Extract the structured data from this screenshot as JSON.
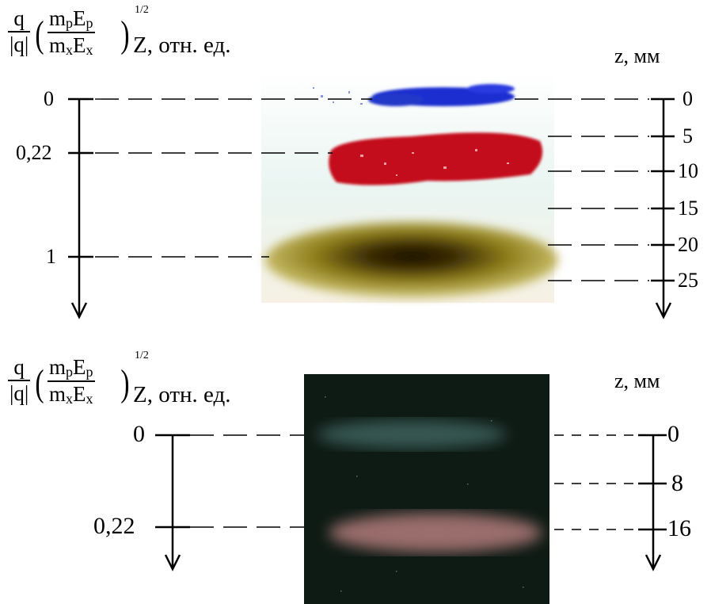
{
  "top": {
    "formula": {
      "q": "q",
      "abs_q": "|q|",
      "mp": "m",
      "mp_sub": "p",
      "ep": "E",
      "ep_sub": "p",
      "mx": "m",
      "mx_sub": "x",
      "ex": "E",
      "ex_sub": "x",
      "exponent": "1/2",
      "tail": "Z, отн. ед."
    },
    "right_axis_label": "z, мм",
    "left_ticks": [
      "0",
      "0,22",
      "1"
    ],
    "right_ticks": [
      "0",
      "5",
      "10",
      "15",
      "20",
      "25"
    ]
  },
  "bottom": {
    "formula": {
      "q": "q",
      "abs_q": "|q|",
      "mp": "m",
      "mp_sub": "p",
      "ep": "E",
      "ep_sub": "p",
      "mx": "m",
      "mx_sub": "x",
      "ex": "E",
      "ex_sub": "x",
      "exponent": "1/2",
      "tail": "Z, отн. ед."
    },
    "right_axis_label": "z, мм",
    "left_ticks": [
      "0",
      "0,22"
    ],
    "right_ticks": [
      "0",
      "8",
      "16"
    ]
  },
  "colors": {
    "blue_band": "#1a2fd0",
    "red_band": "#c4101a",
    "olive_band": "#9a8a1e",
    "dark_photo": "#0e1a14",
    "teal_band": "#6aa3a0",
    "pink_band": "#c98a8a"
  }
}
